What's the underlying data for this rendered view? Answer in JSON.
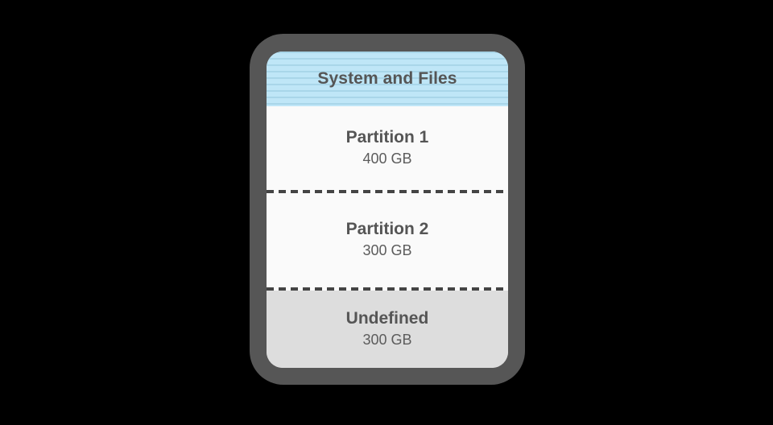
{
  "diagram": {
    "type": "disk-partition-map",
    "title": "System and Files",
    "colors": {
      "frame": "#565656",
      "header_band": "#bfe6f7",
      "header_stripe": "#a9d6e9",
      "partition_bg": "#fafafa",
      "undefined_bg": "#dddddd",
      "text": "#555555",
      "divider": "#444444",
      "canvas": "#000000"
    },
    "header": {
      "label": "System and Files"
    },
    "segments": [
      {
        "name": "Partition 1",
        "size": "400 GB",
        "style": "light"
      },
      {
        "name": "Partition 2",
        "size": "300 GB",
        "style": "light"
      },
      {
        "name": "Undefined",
        "size": "300 GB",
        "style": "shaded"
      }
    ]
  }
}
